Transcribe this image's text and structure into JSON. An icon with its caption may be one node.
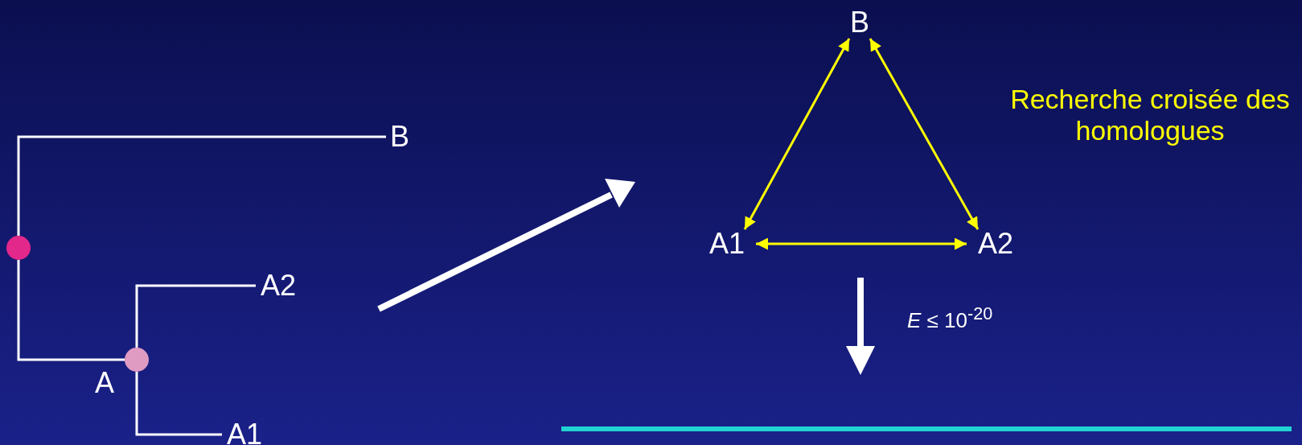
{
  "diagram": {
    "nodes": [
      {
        "text": [],
        "shape": "circle"
      },
      {
        "text": [
          "B"
        ]
      },
      {
        "text": [],
        "shape": "circle",
        "beside": [
          "A"
        ]
      },
      {
        "text": [
          "A2"
        ]
      },
      {
        "text": [
          "A1"
        ]
      },
      {
        "text": [
          "B"
        ]
      },
      {
        "text": [
          "A1"
        ]
      },
      {
        "text": [
          "A2"
        ]
      }
    ],
    "edges": [
      {
        "from": 0,
        "to": 1,
        "arrow": "none"
      },
      {
        "from": 0,
        "to": 2,
        "arrow": "none"
      },
      {
        "from": 2,
        "to": 3,
        "arrow": "none"
      },
      {
        "from": 2,
        "to": 4,
        "arrow": "none"
      },
      {
        "from": 6,
        "to": 5,
        "arrow": "both",
        "color": "#ffff00"
      },
      {
        "from": 5,
        "to": 7,
        "arrow": "both",
        "color": "#ffff00"
      },
      {
        "from": 6,
        "to": 7,
        "arrow": "both",
        "color": "#ffff00"
      }
    ],
    "labels": [
      "Recherche croisée des homologues",
      "*E* ≤ 10$^{-20}$"
    ]
  }
}
